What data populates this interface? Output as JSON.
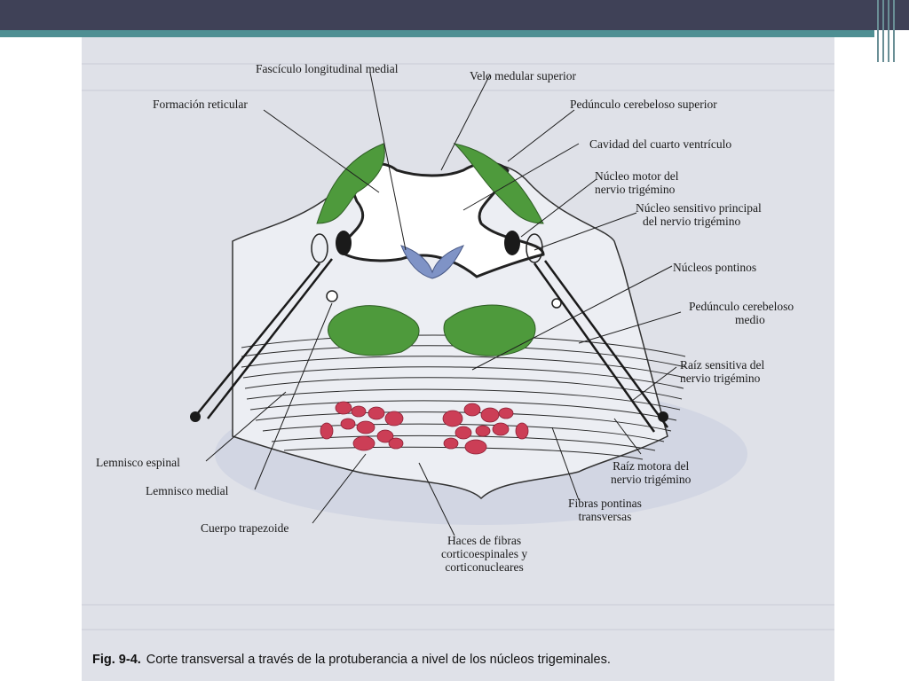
{
  "slide": {
    "colors": {
      "topbar": "#3f4157",
      "accent": "#4f8f93",
      "green": "#4e9a3c",
      "red": "#cc3e56",
      "blue": "#7f93c6"
    }
  },
  "figure": {
    "caption_number": "Fig. 9-4.",
    "caption_text": "Corte transversal a través de la protuberancia a nivel de los núcleos trigeminales.",
    "labels": {
      "fasciculo": "Fascículo longitudinal medial",
      "velo": "Velo medular superior",
      "formacion": "Formación reticular",
      "pedunculo_sup": "Pedúnculo cerebeloso superior",
      "cavidad": "Cavidad del cuarto ventrículo",
      "motor_line1": "Núcleo motor del",
      "motor_line2": "nervio trigémino",
      "sensitivo_line1": "Núcleo sensitivo principal",
      "sensitivo_line2": "del nervio trigémino",
      "pontinos": "Núcleos pontinos",
      "pedunculo_medio_line1": "Pedúnculo cerebeloso",
      "pedunculo_medio_line2": "medio",
      "raiz_sensitiva_line1": "Raíz sensitiva del",
      "raiz_sensitiva_line2": "nervio trigémino",
      "lemnisco_espinal": "Lemnisco espinal",
      "raiz_motora_line1": "Raíz motora del",
      "raiz_motora_line2": "nervio trigémino",
      "lemnisco_medial": "Lemnisco medial",
      "fibras_line1": "Fibras pontinas",
      "fibras_line2": "transversas",
      "cuerpo": "Cuerpo trapezoide",
      "haces_line1": "Haces de fibras",
      "haces_line2": "corticoespinales y",
      "haces_line3": "corticonucleares"
    }
  }
}
